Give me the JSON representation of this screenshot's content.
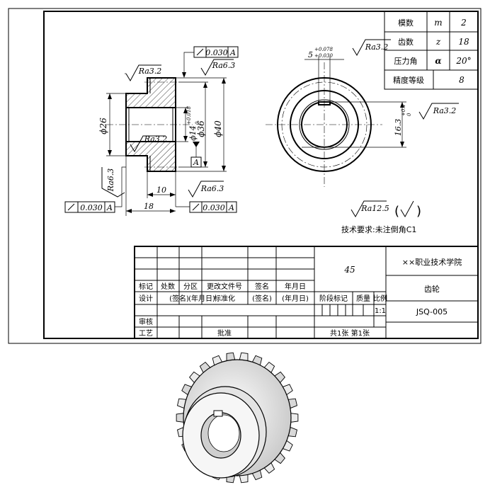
{
  "params": {
    "rows": [
      {
        "name": "模数",
        "sym": "m",
        "val": "2"
      },
      {
        "name": "齿数",
        "sym": "z",
        "val": "18"
      },
      {
        "name": "压力角",
        "sym": "α",
        "val": "20°"
      }
    ],
    "precision_label": "精度等级",
    "precision_value": "8"
  },
  "roughness": {
    "ra32": "Ra3.2",
    "ra63": "Ra6.3",
    "ra125": "Ra12.5"
  },
  "dims": {
    "d26": "ϕ26",
    "d14": "ϕ14",
    "d14_tol_upper": "+0.018",
    "d14_tol_lower": "0",
    "d36": "ϕ36",
    "d40": "ϕ40",
    "len10": "10",
    "len18": "18",
    "keyway_width": "5",
    "keyway_tol_upper": "+0.078",
    "keyway_tol_lower": "+0.030",
    "keyway_depth": "16.3",
    "keyway_depth_tol_upper": "+0.1",
    "keyway_depth_tol_lower": "0",
    "runout_value": "0.030",
    "datum": "A",
    "runout_symbol": "↗"
  },
  "tech_req": "技术要求:未注倒角C1",
  "title_block": {
    "material": "45",
    "school": "××职业技术学院",
    "part_name": "齿轮",
    "drawing_no": "JSQ-005",
    "scale": "1:1",
    "sheets": "共1张   第1张",
    "hdr": [
      "标记",
      "处数",
      "分区",
      "更改文件号",
      "签名",
      "年月日"
    ],
    "design": [
      "设计",
      "(签名)",
      "(年月日)",
      "标准化",
      "(签名)",
      "(年月日)"
    ],
    "stage_label": "阶段标记",
    "mass_label": "质量",
    "scale_label": "比例",
    "review": "审核",
    "process": "工艺",
    "approve": "批准"
  }
}
